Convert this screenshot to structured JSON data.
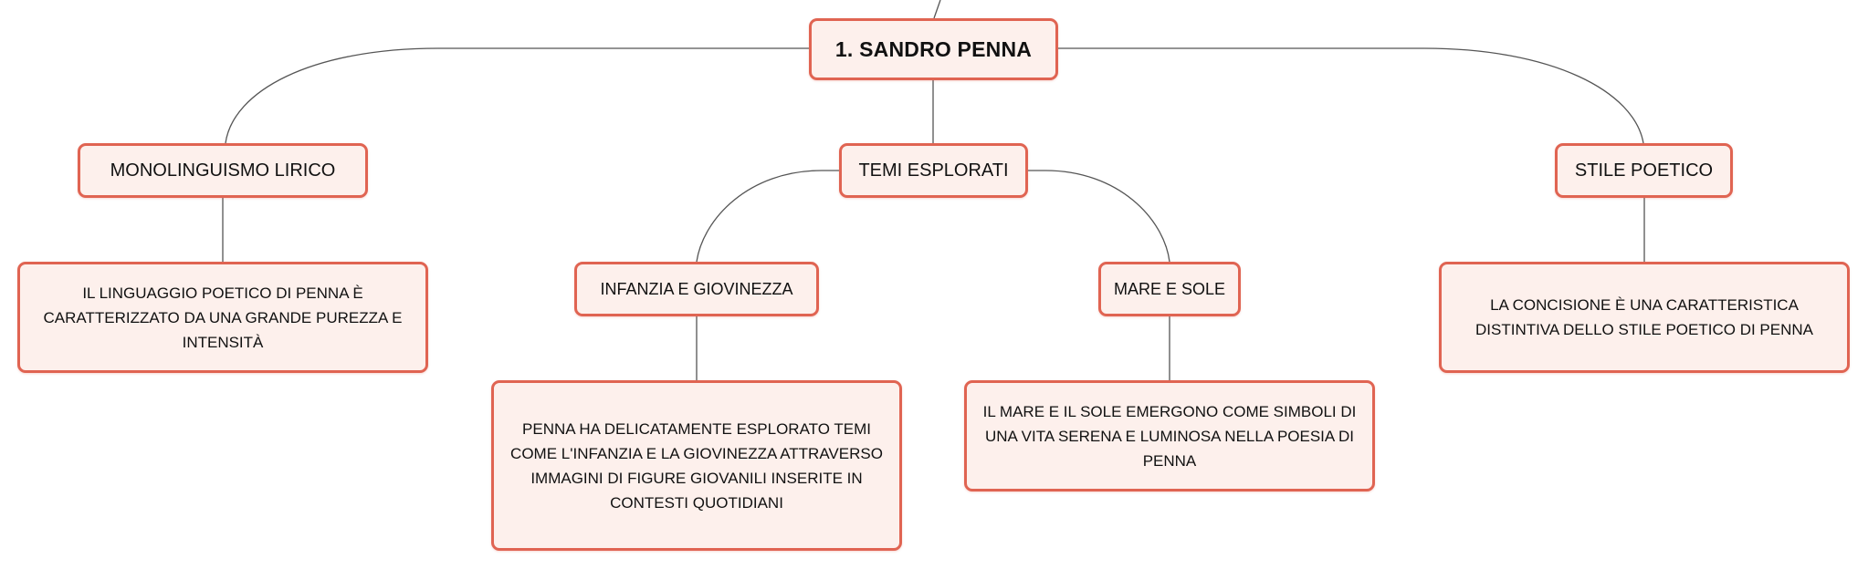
{
  "mindmap": {
    "root": {
      "label": "1. SANDRO PENNA"
    },
    "branches": [
      {
        "label": "MONOLINGUISMO LIRICO",
        "description": "IL LINGUAGGIO POETICO DI PENNA È CARATTERIZZATO DA UNA GRANDE PUREZZA E INTENSITÀ"
      },
      {
        "label": "TEMI ESPLORATI",
        "children": [
          {
            "label": "INFANZIA E GIOVINEZZA",
            "description": "PENNA HA DELICATAMENTE ESPLORATO TEMI COME L'INFANZIA E LA GIOVINEZZA ATTRAVERSO IMMAGINI DI FIGURE GIOVANILI INSERITE IN CONTESTI QUOTIDIANI"
          },
          {
            "label": "MARE E SOLE",
            "description": "IL MARE E IL SOLE EMERGONO COME SIMBOLI DI UNA VITA SERENA E LUMINOSA NELLA POESIA DI PENNA"
          }
        ]
      },
      {
        "label": "STILE POETICO",
        "description": "LA CONCISIONE È UNA CARATTERISTICA DISTINTIVA DELLO STILE POETICO DI PENNA"
      }
    ]
  },
  "colors": {
    "node_fill": "#fdf0ec",
    "node_border": "#e06452",
    "connector": "#555555",
    "text": "#111111"
  }
}
